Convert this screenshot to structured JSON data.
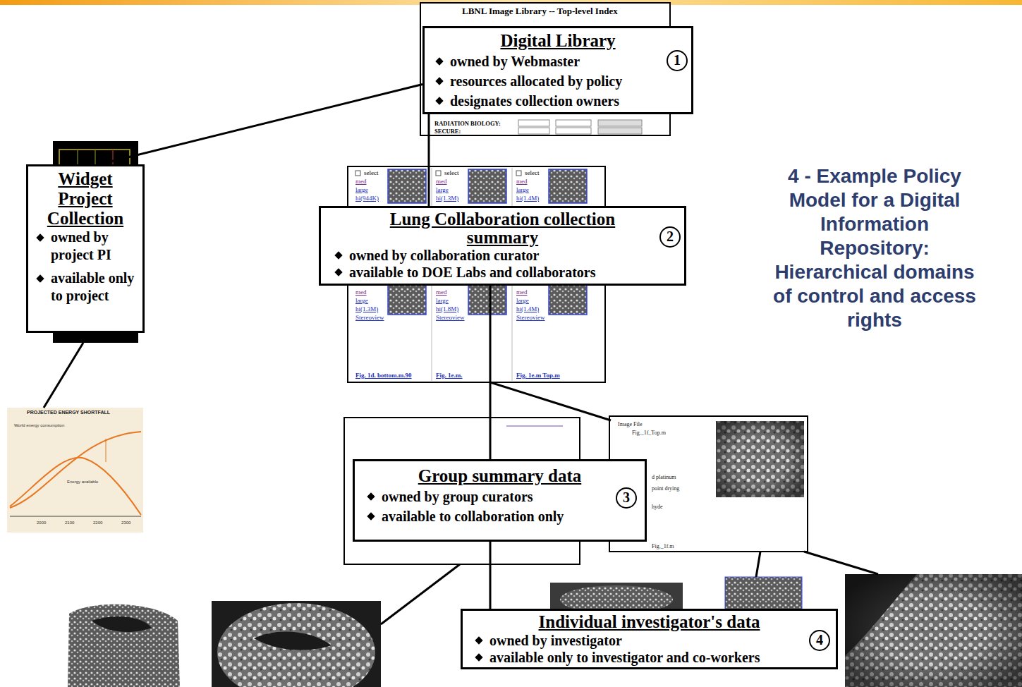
{
  "diagram": {
    "title": "4 - Example Policy Model for a Digital Information Repository: Hierarchical domains of control and access rights",
    "nodes": [
      {
        "text": [
          "Digital Library",
          "owned by Webmaster",
          "resources allocated by policy",
          "designates collection owners"
        ]
      },
      {
        "text": [
          "Widget Project Collection",
          "owned by project PI",
          "available only to project"
        ]
      },
      {
        "text": [
          "Lung Collaboration collection summary",
          "owned by collaboration curator",
          "available to DOE Labs and collaborators"
        ]
      },
      {
        "text": [
          "Group summary data",
          "owned by group curators",
          "available to collaboration only"
        ]
      },
      {
        "text": [
          "Individual investigator's data",
          "owned by investigator",
          "available only to investigator and co-workers"
        ]
      }
    ],
    "edges": [
      {
        "from": 0,
        "to": 1,
        "arrow": "none"
      },
      {
        "from": 0,
        "to": 2,
        "arrow": "none"
      },
      {
        "from": 2,
        "to": 3,
        "arrow": "none"
      },
      {
        "from": 3,
        "to": 4,
        "arrow": "none"
      }
    ],
    "labels": [
      "LBNL Image Library -- Top-level Index",
      "RADIATION BIOLOGY:",
      "SECURE:",
      "1",
      "2",
      "3",
      "4",
      "select",
      "med",
      "large",
      "hi(944K)",
      "select",
      "med",
      "large",
      "hi(1.3M)",
      "select",
      "med",
      "large",
      "hi(1.4M)",
      "med",
      "large",
      "hi(1.3M)",
      "Stereoview",
      "Fig. 1d. bottom.m.90",
      "med",
      "large",
      "hi(1.8M)",
      "Stereoview",
      "Fig. 1e.m.",
      "med",
      "large",
      "hi(1.4M)",
      "Stereoview",
      "Fig. 1e.m Top.m",
      "Image File",
      "Fig._1f_Top.m",
      "d platinum",
      "point drying",
      "hyde",
      "Fig._1f.m",
      "PROJECTED ENERGY SHORTFALL",
      "World energy consumption",
      "Energy available",
      "2000",
      "2100",
      "2200",
      "2300"
    ]
  }
}
